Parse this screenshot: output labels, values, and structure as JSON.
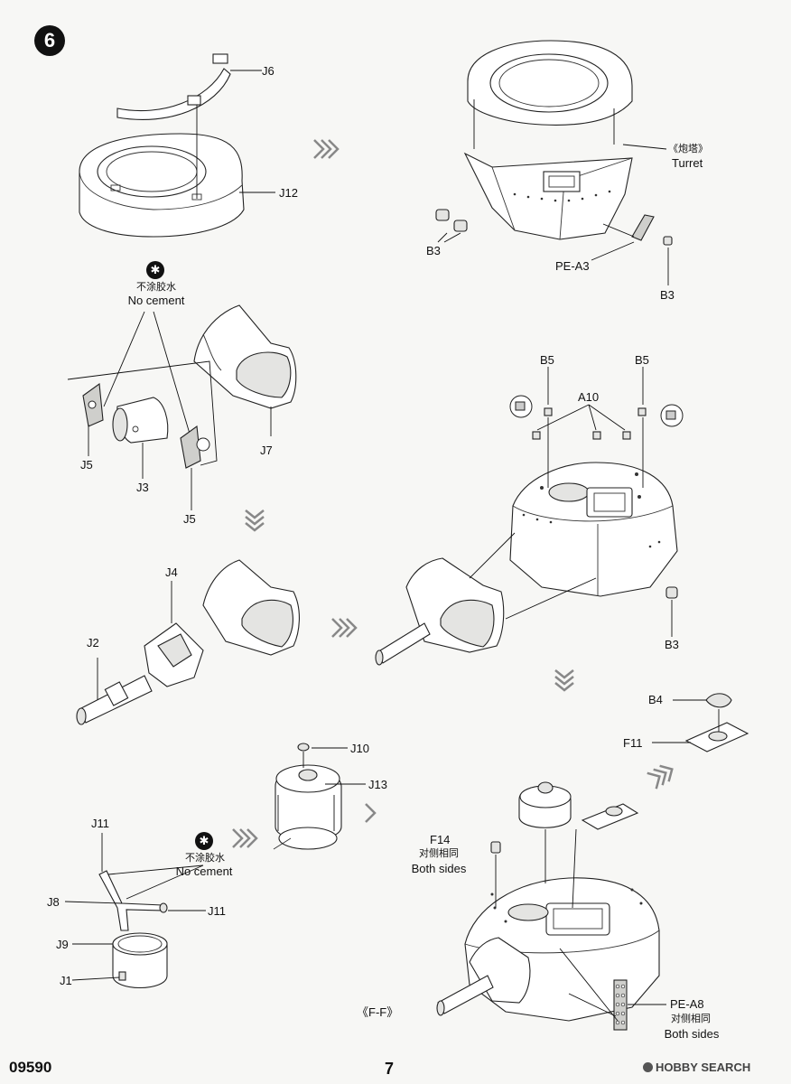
{
  "step": "6",
  "footer": {
    "code": "09590",
    "page": "7",
    "watermark": "HOBBY SEARCH"
  },
  "labels": {
    "j6": "J6",
    "j12": "J12",
    "turret_cn": "《炮塔》",
    "turret_en": "Turret",
    "b3_a": "B3",
    "pe_a3": "PE-A3",
    "b3_b": "B3",
    "no_cement_cn": "不涂胶水",
    "no_cement_en": "No cement",
    "j7": "J7",
    "j5_a": "J5",
    "j3": "J3",
    "j5_b": "J5",
    "b5_a": "B5",
    "b5_b": "B5",
    "a10": "A10",
    "j4": "J4",
    "j2": "J2",
    "b3_c": "B3",
    "b4": "B4",
    "f11": "F11",
    "j10": "J10",
    "j13": "J13",
    "j11_a": "J11",
    "no_cement2_cn": "不涂胶水",
    "no_cement2_en": "No cement",
    "j8": "J8",
    "j11_b": "J11",
    "j9": "J9",
    "j1": "J1",
    "f14": "F14",
    "f14_cn": "对侧相同",
    "f14_en": "Both sides",
    "ff": "《F-F》",
    "pe_a8": "PE-A8",
    "pe_a8_cn": "对侧相同",
    "pe_a8_en": "Both sides"
  },
  "icons": [
    "no-cement-icon",
    "arrow-right-icon",
    "arrow-down-icon",
    "rivet-callout-icon"
  ]
}
